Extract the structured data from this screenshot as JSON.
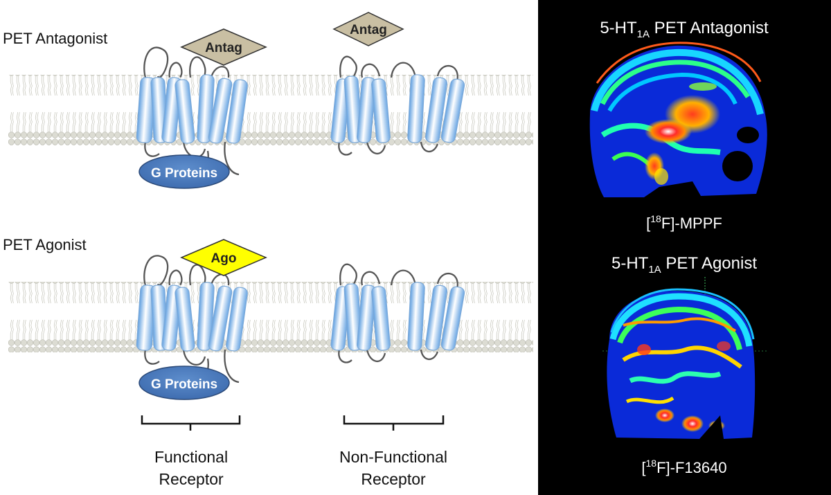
{
  "rows": {
    "antagonist": {
      "label": "PET Antagonist",
      "ligand": "Antag"
    },
    "agonist": {
      "label": "PET Agonist",
      "ligand": "Ago"
    }
  },
  "g_protein_label": "G Proteins",
  "captions": {
    "functional": [
      "Functional",
      "Receptor"
    ],
    "nonfunctional": [
      "Non-Functional",
      "Receptor"
    ]
  },
  "panel": {
    "antagonist_title": {
      "pre": "5-HT",
      "sub": "1A",
      "post": " PET Antagonist"
    },
    "agonist_title": {
      "pre": "5-HT",
      "sub": "1A",
      "post": " PET Agonist"
    },
    "antagonist_tracer": {
      "open": "[",
      "sup": "18",
      "rest": "F]-MPPF"
    },
    "agonist_tracer": {
      "open": "[",
      "sup": "18",
      "rest": "F]-F13640"
    }
  },
  "colors": {
    "helix": "#8ec3f0",
    "membrane": "#d8d8cf",
    "antag_ligand": "#c9bfa3",
    "ago_ligand": "#ffff00",
    "g_protein": "#4f7fbf",
    "panel_bg": "#000000"
  }
}
